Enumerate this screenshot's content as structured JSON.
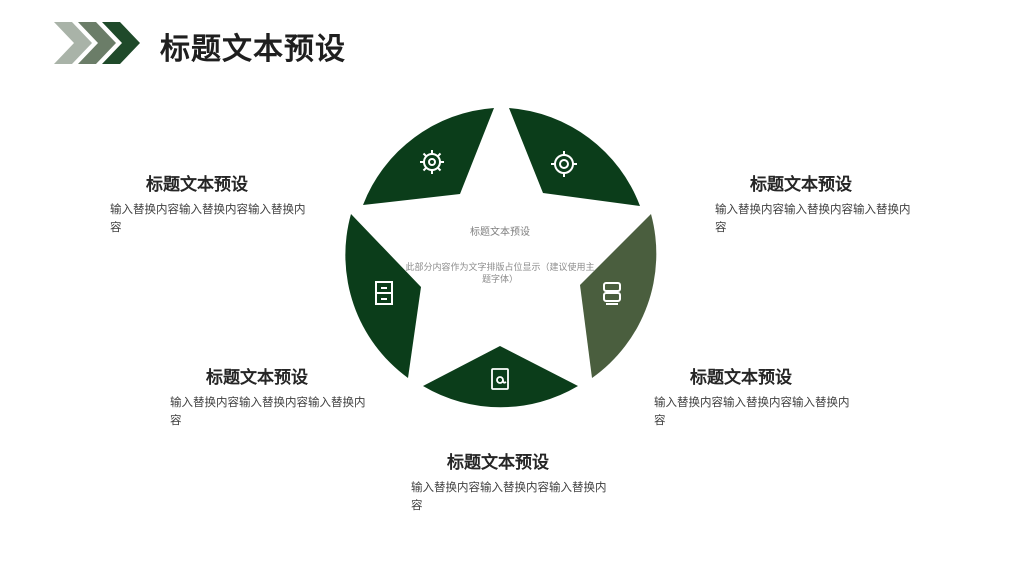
{
  "page": {
    "title": "标题文本预设"
  },
  "center": {
    "title": "标题文本预设",
    "body": "此部分内容作为文字排版占位显示（建议使用主题字体）"
  },
  "colors": {
    "dark": "#0b3d1a",
    "accent": "#4a5e3e",
    "gray": "#8a8a8a"
  },
  "segments": [
    {
      "icon": "gear-icon"
    },
    {
      "icon": "target-icon"
    },
    {
      "icon": "server-icon"
    },
    {
      "icon": "document-at-icon"
    },
    {
      "icon": "cabinet-icon"
    }
  ],
  "blocks": [
    {
      "title": "标题文本预设",
      "body": "输入替换内容输入替换内容输入替换内容"
    },
    {
      "title": "标题文本预设",
      "body": "输入替换内容输入替换内容输入替换内容"
    },
    {
      "title": "标题文本预设",
      "body": "输入替换内容输入替换内容输入替换内容"
    },
    {
      "title": "标题文本预设",
      "body": "输入替换内容输入替换内容输入替换内容"
    },
    {
      "title": "标题文本预设",
      "body": "输入替换内容输入替换内容输入替换内容"
    }
  ]
}
